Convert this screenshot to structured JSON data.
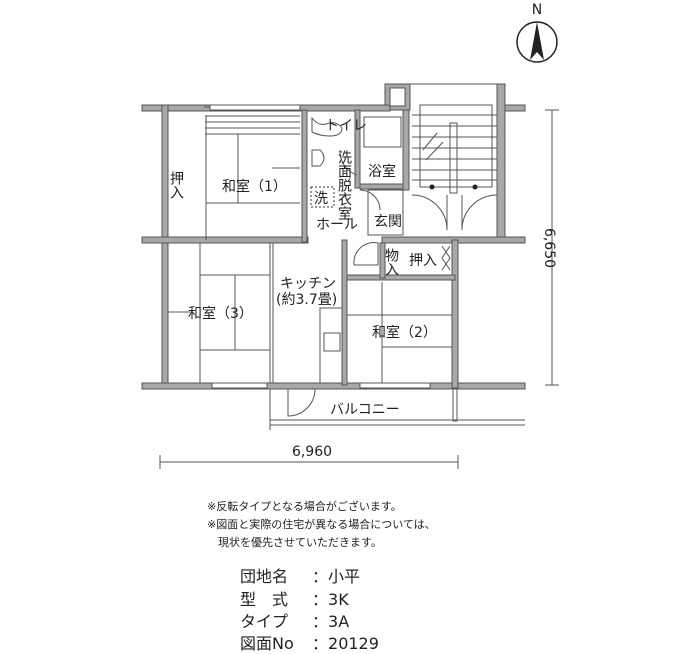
{
  "compass": {
    "label": "N"
  },
  "rooms": {
    "oshiire_left": "押入",
    "washitsu1": "和室（1）",
    "toilet": "トイレ",
    "senmen": "洗面脱衣室",
    "bath": "浴室",
    "washer": "洗",
    "hall": "ホール",
    "genkan": "玄関",
    "monoire": "物入",
    "oshiire_right": "押入",
    "kitchen": "キッチン",
    "kitchen_size": "(約3.7畳)",
    "washitsu3": "和室（3）",
    "washitsu2": "和室（2）",
    "balcony": "バルコニー"
  },
  "dimensions": {
    "height": "6,650",
    "width": "6,960"
  },
  "notes": [
    "※反転タイプとなる場合がございます。",
    "※図面と実際の住宅が異なる場合については、",
    "　現状を優先させていただきます。"
  ],
  "info": [
    {
      "key": "団地名",
      "value": "小平"
    },
    {
      "key": "型　式",
      "value": "3K"
    },
    {
      "key": "タイプ",
      "value": "3A"
    },
    {
      "key": "図面No",
      "value": "20129"
    }
  ]
}
